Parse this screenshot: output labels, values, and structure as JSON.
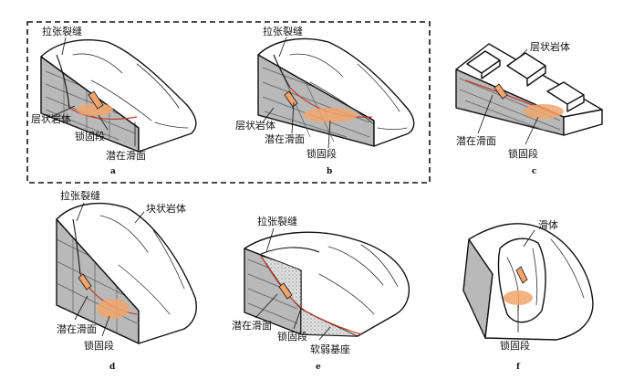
{
  "panels": {
    "a": {
      "letter": "a",
      "tension_crack": "拉张裂缝",
      "layered_rock": "层状岩体",
      "locking_segment": "锁固段",
      "potential_slip": "潜在滑面"
    },
    "b": {
      "letter": "b",
      "tension_crack": "拉张裂缝",
      "layered_rock": "层状岩体",
      "potential_slip": "潜在滑面",
      "locking_segment": "锁固段"
    },
    "c": {
      "letter": "c",
      "layered_rock": "层状岩体",
      "potential_slip": "潜在滑面",
      "locking_segment": "锁固段"
    },
    "d": {
      "letter": "d",
      "tension_crack": "拉张裂缝",
      "blocky_rock": "块状岩体",
      "potential_slip": "潜在滑面",
      "locking_segment": "锁固段"
    },
    "e": {
      "letter": "e",
      "tension_crack": "拉张裂缝",
      "potential_slip": "潜在滑面",
      "locking_segment": "锁固段",
      "soft_base": "软弱基座"
    },
    "f": {
      "letter": "f",
      "slide_body": "滑体",
      "locking_segment": "锁固段"
    }
  },
  "colors": {
    "rock_face": "#b9b9b9",
    "slip_surface": "#c0392b",
    "locking_zone": "#f1a46c",
    "outline": "#111111"
  }
}
